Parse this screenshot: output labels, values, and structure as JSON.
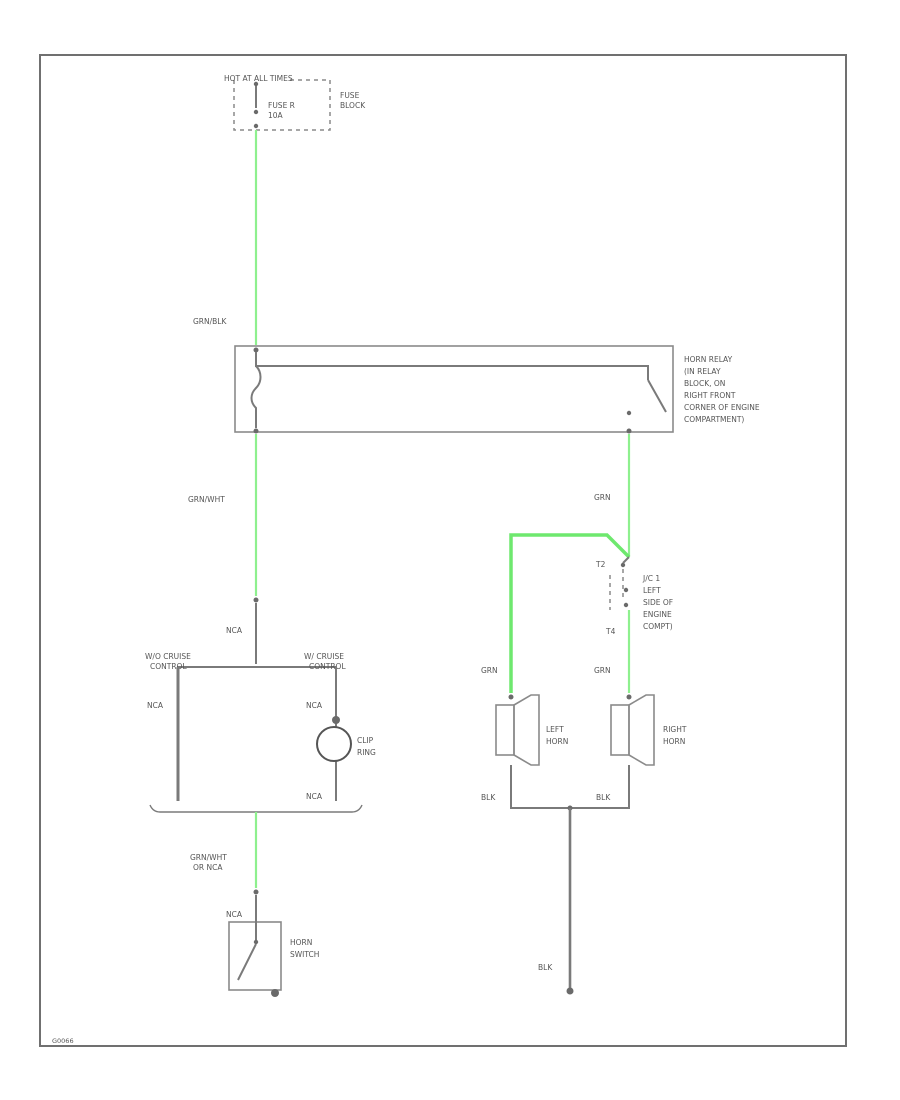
{
  "diagram": {
    "power_source": "HOT AT ALL TIMES",
    "fuse": [
      "FUSE R",
      "10A"
    ],
    "fuse_block": [
      "FUSE",
      "BLOCK"
    ],
    "wire_grn_blk": "GRN/BLK",
    "relay_label": [
      "HORN RELAY",
      "(IN RELAY",
      "BLOCK, ON",
      "RIGHT FRONT",
      "CORNER OF ENGINE",
      "COMPARTMENT)"
    ],
    "wire_grn_wht": "GRN/WHT",
    "wire_grn_right": "GRN",
    "connector_nca_top": "NCA",
    "wo_cruise": [
      "W/O CRUISE",
      "CONTROL"
    ],
    "w_cruise": [
      "W/ CRUISE",
      "CONTROL"
    ],
    "nca_left": "NCA",
    "nca_clip_top": "NCA",
    "nca_clip_bottom": "NCA",
    "clip_ring": [
      "CLIP",
      "RING"
    ],
    "wire_grn_wht_nca": [
      "GRN/WHT",
      "OR NCA"
    ],
    "nca_switch": "NCA",
    "horn_switch": [
      "HORN",
      "SWITCH"
    ],
    "jc_label": [
      "J/C 1",
      "LEFT",
      "SIDE OF",
      "ENGINE",
      "COMPT)"
    ],
    "jc_t2": "T2",
    "jc_t4": "T4",
    "wire_grn_left_horn": "GRN",
    "wire_grn_right_horn": "GRN",
    "left_horn": [
      "LEFT",
      "HORN"
    ],
    "right_horn": [
      "RIGHT",
      "HORN"
    ],
    "blk_left": "BLK",
    "blk_right": "BLK",
    "blk_ground": "BLK",
    "figure_id": "G0066"
  }
}
